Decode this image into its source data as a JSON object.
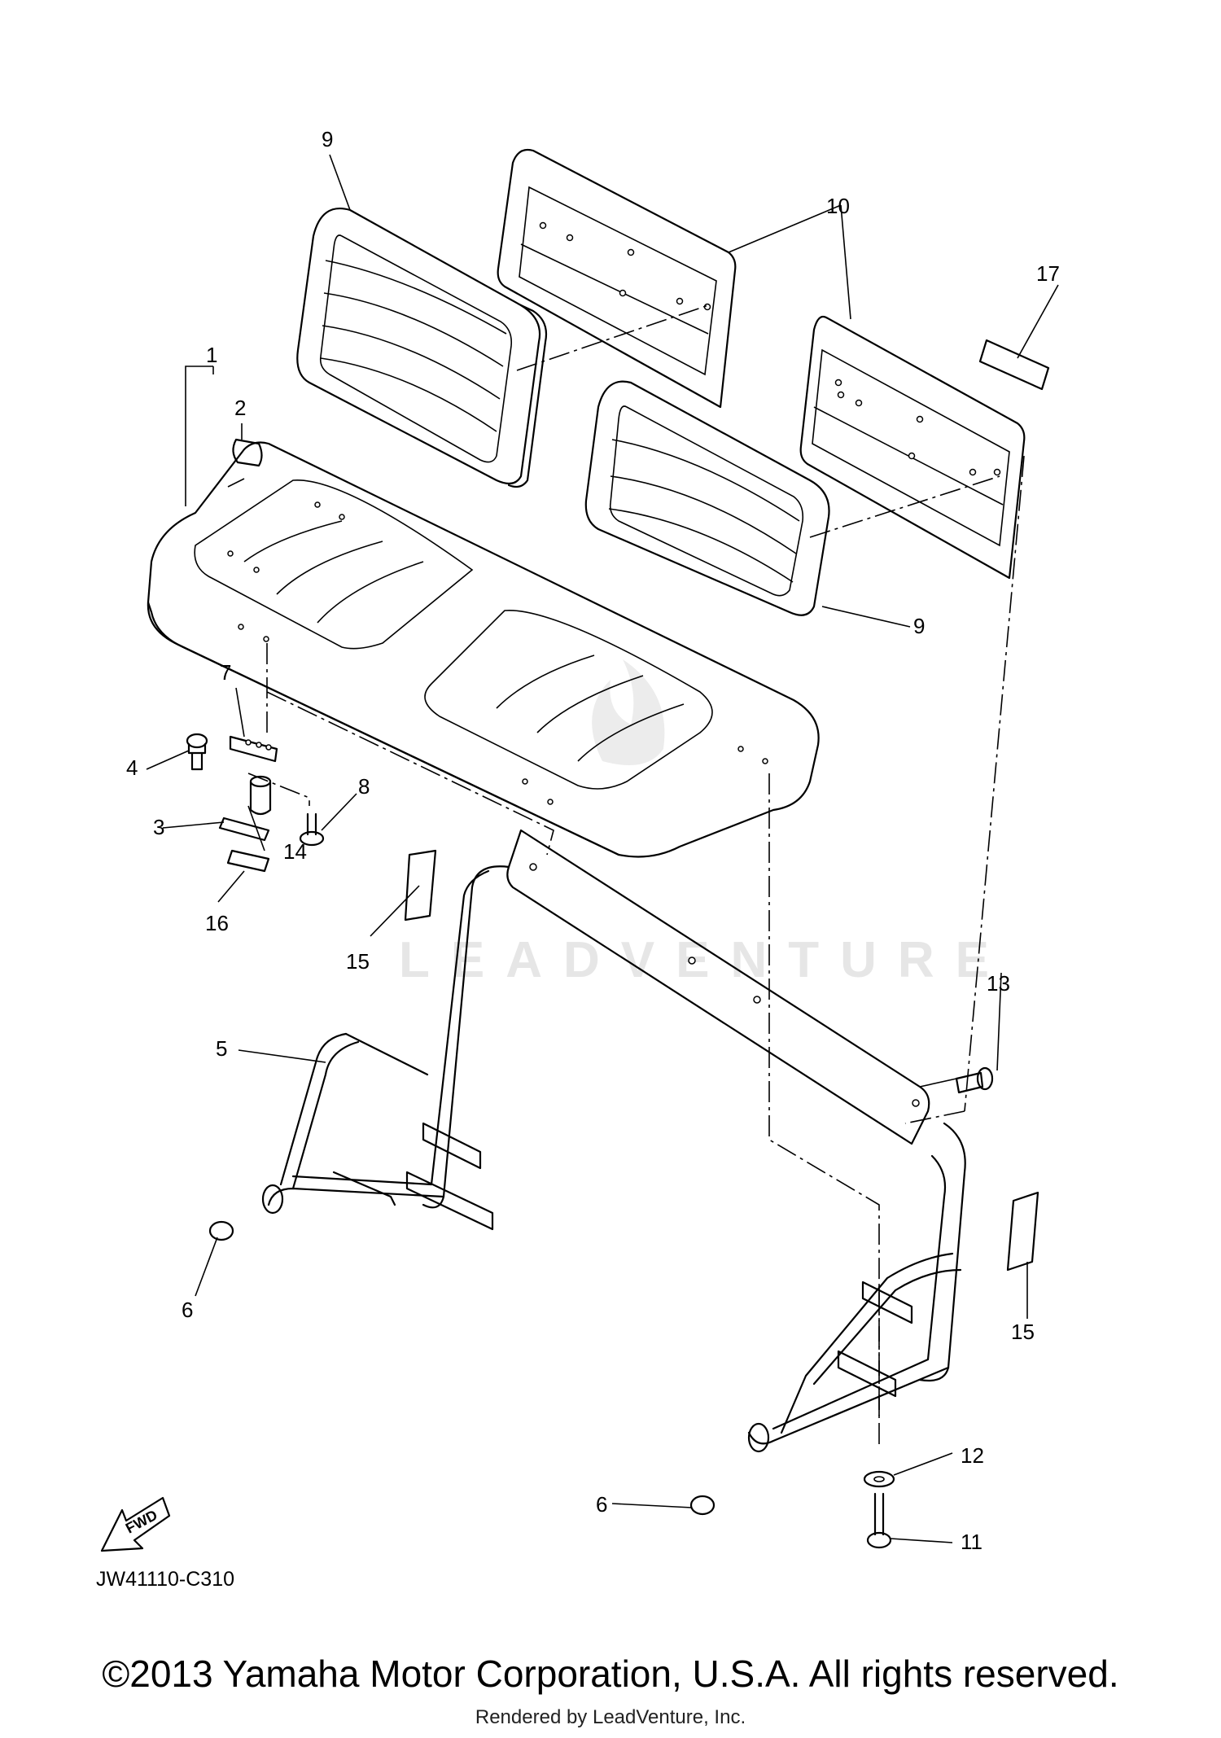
{
  "diagram": {
    "code": "JW41110-C310",
    "fwd_label": "FWD",
    "watermark": "LEADVENTURE",
    "callouts": {
      "c1": "1",
      "c2": "2",
      "c3": "3",
      "c4": "4",
      "c5": "5",
      "c6a": "6",
      "c6b": "6",
      "c7": "7",
      "c8": "8",
      "c9a": "9",
      "c9b": "9",
      "c10": "10",
      "c11": "11",
      "c12": "12",
      "c13": "13",
      "c14": "14",
      "c15a": "15",
      "c15b": "15",
      "c16": "16",
      "c17": "17"
    }
  },
  "footer": {
    "copyright": "©2013 Yamaha Motor Corporation, U.S.A. All rights reserved.",
    "rendered_by": "Rendered by LeadVenture, Inc."
  }
}
